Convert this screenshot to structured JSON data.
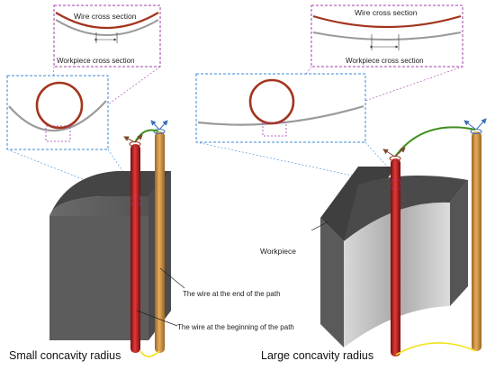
{
  "labels": {
    "wire_cross_section": "Wire cross section",
    "workpiece_cross_section": "Workpiece cross section",
    "workpiece": "Workpiece",
    "wire_end": "The wire at the end of the path",
    "wire_beginning": "The wire at the beginning of the path"
  },
  "captions": {
    "small": "Small concavity radius",
    "large": "Large concavity radius"
  },
  "colors": {
    "wire_red": "#b91c1c",
    "wire_orange": "#c98a3c",
    "arc_green": "#3f8f1f",
    "loop_yellow": "#f2e21b",
    "zoom_blue": "#3b8bd6",
    "zoom_magenta": "#a33ea8",
    "section_red": "#a3341d",
    "section_gray": "#9a9a9a",
    "block_dark": "#5c5c5c",
    "block_top": "#454545"
  },
  "icons": [
    "rotation-axis-icon",
    "arrow-icon"
  ]
}
